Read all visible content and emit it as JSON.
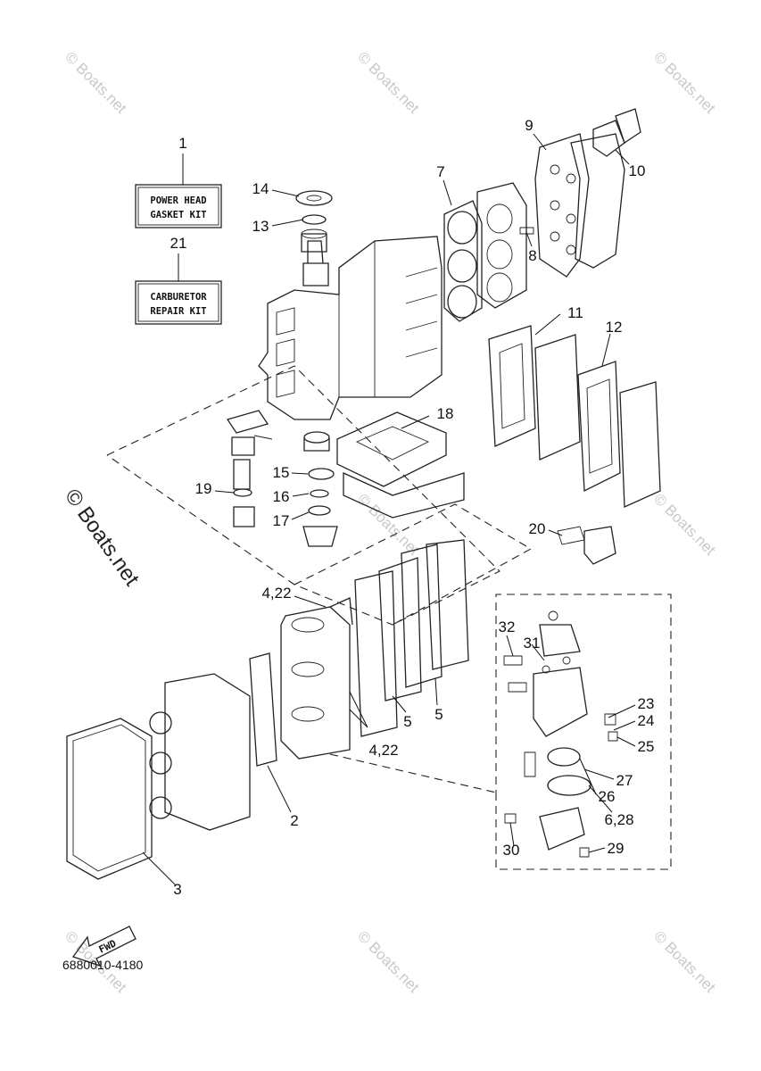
{
  "kits": [
    {
      "number": "1",
      "line1": "POWER HEAD",
      "line2": "GASKET KIT"
    },
    {
      "number": "21",
      "line1": "CARBURETOR",
      "line2": "REPAIR KIT"
    }
  ],
  "callouts": [
    {
      "id": "c2",
      "text": "2"
    },
    {
      "id": "c3",
      "text": "3"
    },
    {
      "id": "c4a",
      "text": "4,22"
    },
    {
      "id": "c4b",
      "text": "4,22"
    },
    {
      "id": "c5a",
      "text": "5"
    },
    {
      "id": "c5b",
      "text": "5"
    },
    {
      "id": "c6",
      "text": "6,28"
    },
    {
      "id": "c7",
      "text": "7"
    },
    {
      "id": "c8",
      "text": "8"
    },
    {
      "id": "c9",
      "text": "9"
    },
    {
      "id": "c10",
      "text": "10"
    },
    {
      "id": "c11",
      "text": "11"
    },
    {
      "id": "c12",
      "text": "12"
    },
    {
      "id": "c13",
      "text": "13"
    },
    {
      "id": "c14",
      "text": "14"
    },
    {
      "id": "c15",
      "text": "15"
    },
    {
      "id": "c16",
      "text": "16"
    },
    {
      "id": "c17",
      "text": "17"
    },
    {
      "id": "c18",
      "text": "18"
    },
    {
      "id": "c19",
      "text": "19"
    },
    {
      "id": "c20",
      "text": "20"
    },
    {
      "id": "c23",
      "text": "23"
    },
    {
      "id": "c24",
      "text": "24"
    },
    {
      "id": "c25",
      "text": "25"
    },
    {
      "id": "c26",
      "text": "26"
    },
    {
      "id": "c27",
      "text": "27"
    },
    {
      "id": "c29",
      "text": "29"
    },
    {
      "id": "c30",
      "text": "30"
    },
    {
      "id": "c31",
      "text": "31"
    },
    {
      "id": "c32",
      "text": "32"
    }
  ],
  "fwd_label": "FWD",
  "part_code": "6880010-4180",
  "watermark": "© Boats.net"
}
